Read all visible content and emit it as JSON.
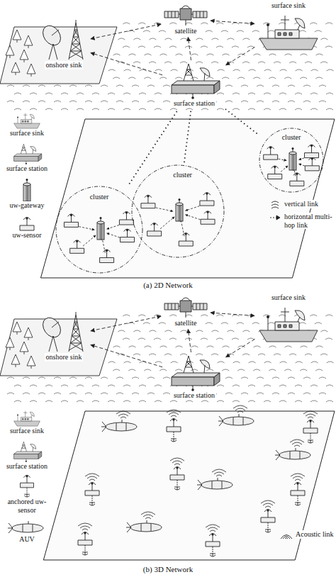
{
  "diagram": {
    "nodes": [
      {
        "text": [
          "satellite"
        ]
      },
      {
        "text": [
          "surface sink"
        ]
      },
      {
        "text": [
          "onshore sink"
        ]
      },
      {
        "text": [
          "surface station"
        ]
      },
      {
        "text": [
          "cluster"
        ]
      },
      {
        "text": [
          "cluster"
        ]
      },
      {
        "text": [
          "cluster"
        ]
      },
      {
        "text": [
          "satellite"
        ]
      },
      {
        "text": [
          "surface sink"
        ]
      },
      {
        "text": [
          "onshore sink"
        ]
      },
      {
        "text": [
          "surface station"
        ]
      }
    ],
    "edges": [
      {
        "from": 2,
        "to": 0,
        "arrow": "both"
      },
      {
        "from": 0,
        "to": 1,
        "arrow": "both"
      },
      {
        "from": 3,
        "to": 0,
        "arrow": "to"
      },
      {
        "from": 3,
        "to": 2,
        "arrow": "to"
      },
      {
        "from": 1,
        "to": 3,
        "arrow": "to"
      },
      {
        "from": 4,
        "to": 3,
        "arrow": "none"
      },
      {
        "from": 5,
        "to": 3,
        "arrow": "none"
      },
      {
        "from": 6,
        "to": 3,
        "arrow": "none"
      },
      {
        "from": 9,
        "to": 7,
        "arrow": "both"
      },
      {
        "from": 7,
        "to": 8,
        "arrow": "both"
      },
      {
        "from": 10,
        "to": 7,
        "arrow": "to"
      },
      {
        "from": 10,
        "to": 9,
        "arrow": "to"
      },
      {
        "from": 8,
        "to": 10,
        "arrow": "to"
      }
    ],
    "labels": [
      "(a) 2D Network",
      "(b) 3D Network"
    ],
    "legend": [
      {
        "text": "surface sink"
      },
      {
        "text": "surface station"
      },
      {
        "text": "uw-gateway"
      },
      {
        "text": "uw-sensor"
      },
      {
        "text": "vertical link"
      },
      {
        "text": "horizontal multi-hop link"
      },
      {
        "text": "surface sink"
      },
      {
        "text": "surface station"
      },
      {
        "text": "anchored uw-sensor"
      },
      {
        "text": "AUV"
      },
      {
        "text": "Acoustic link"
      }
    ]
  }
}
